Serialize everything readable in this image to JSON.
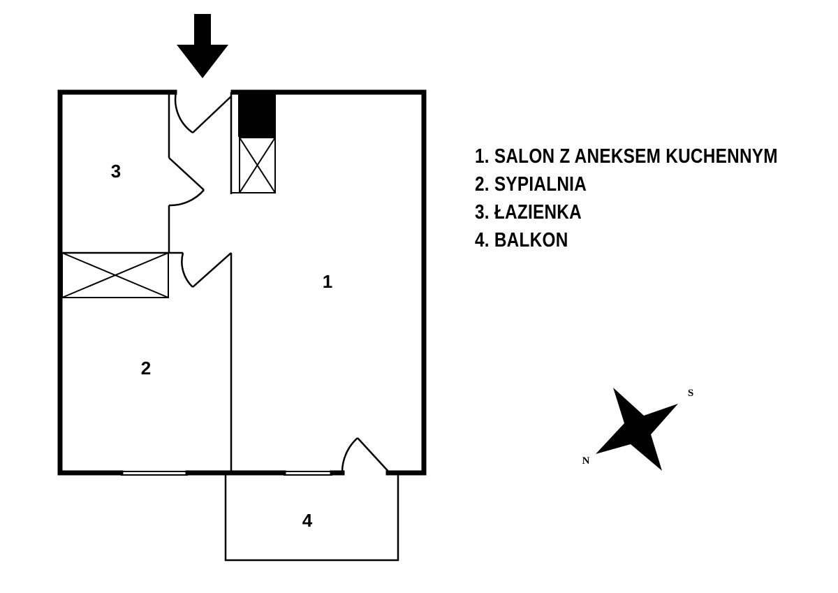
{
  "floor_plan": {
    "rooms": [
      {
        "number": "1",
        "name": "SALON Z ANEKSEM KUCHENNYM"
      },
      {
        "number": "2",
        "name": "SYPIALNIA"
      },
      {
        "number": "3",
        "name": "ŁAZIENKA"
      },
      {
        "number": "4",
        "name": "BALKON"
      }
    ],
    "room_labels": {
      "r1": "1",
      "r2": "2",
      "r3": "3",
      "r4": "4"
    },
    "legend": [
      "1. SALON Z ANEKSEM KUCHENNYM",
      "2. SYPIALNIA",
      "3. ŁAZIENKA",
      "4. BALKON"
    ],
    "compass": {
      "north_label": "N",
      "south_label": "S"
    },
    "entrance_icon": "entrance-arrow-icon",
    "colors": {
      "wall": "#000000",
      "background": "#ffffff"
    }
  }
}
